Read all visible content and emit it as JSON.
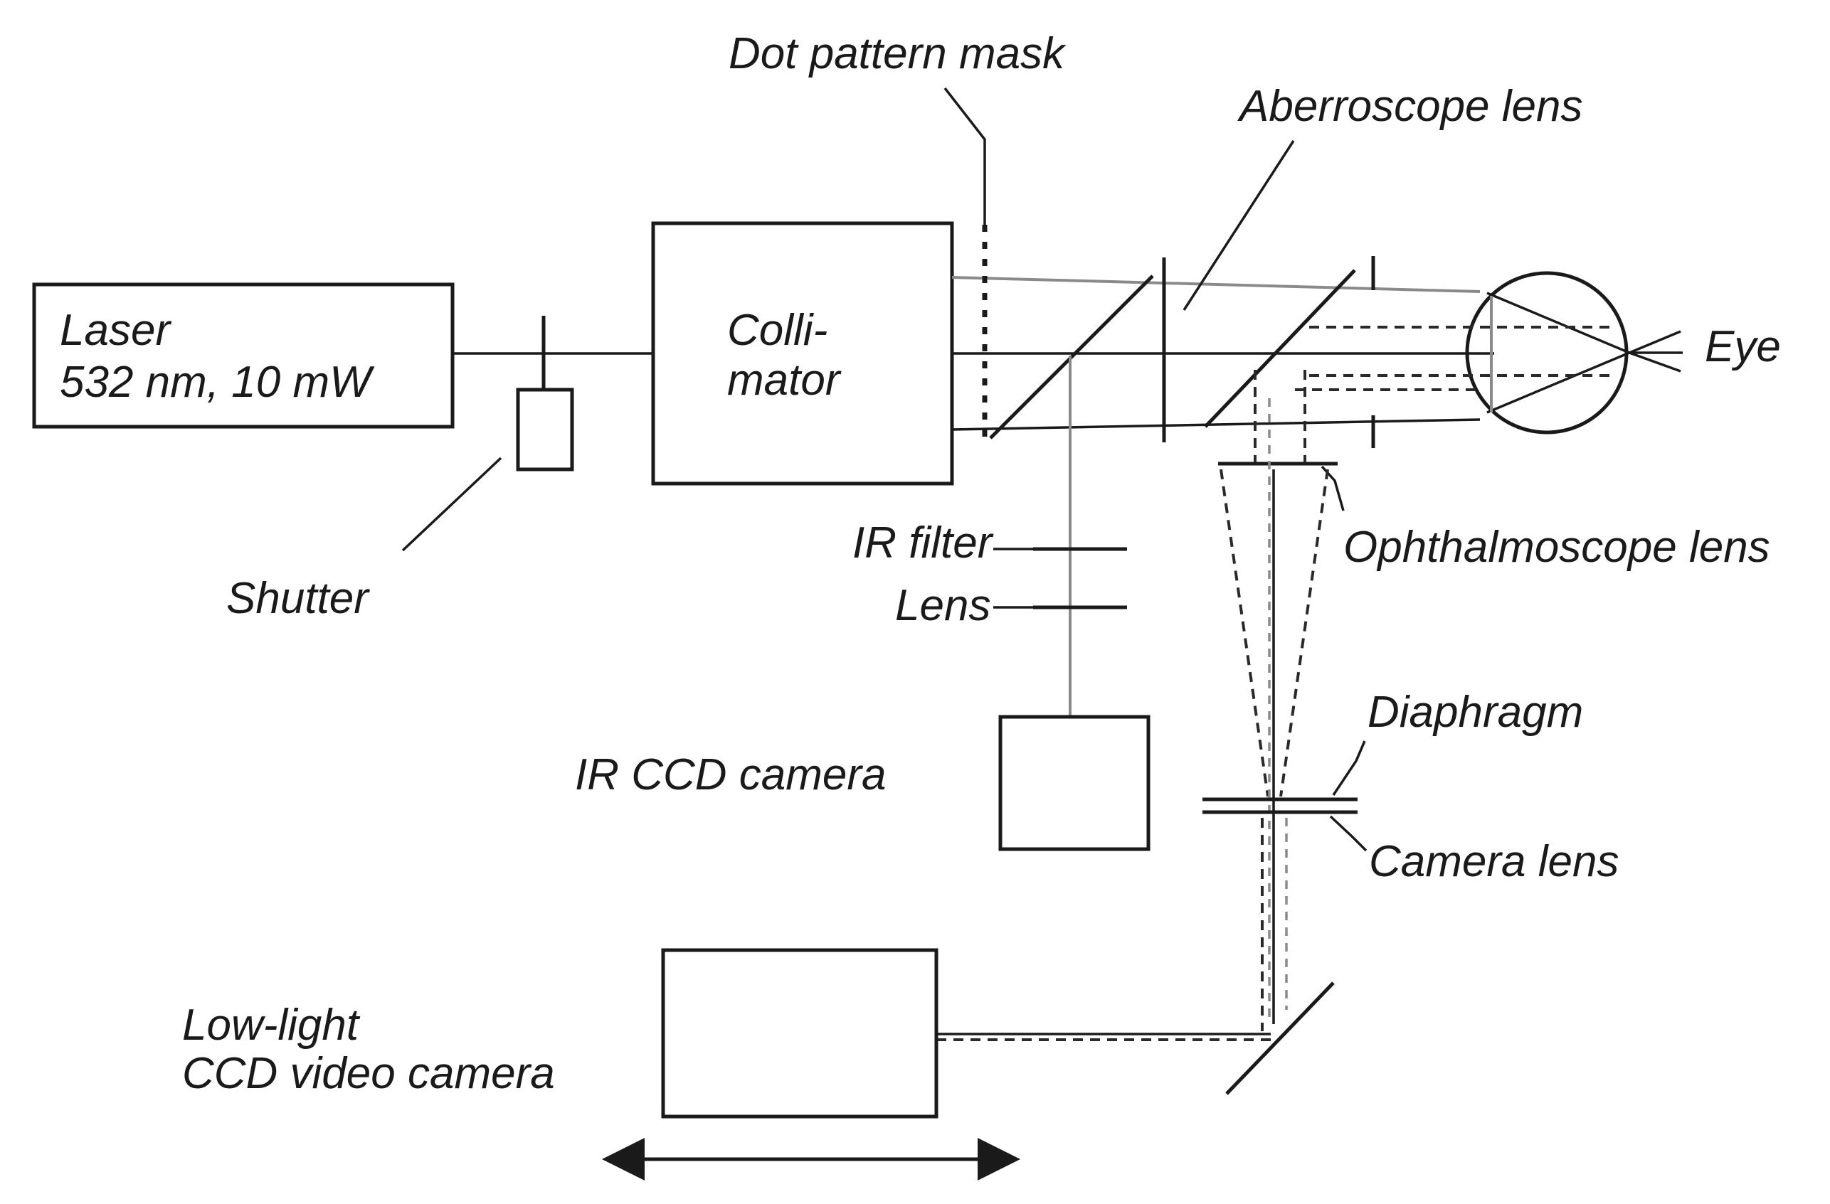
{
  "labels": {
    "laser_line1": "Laser",
    "laser_line2": "532 nm, 10 mW",
    "shutter": "Shutter",
    "collimator_line1": "Colli-",
    "collimator_line2": "mator",
    "dot_pattern_mask": "Dot pattern mask",
    "aberroscope_lens": "Aberroscope lens",
    "eye": "Eye",
    "ophthalmoscope_lens": "Ophthalmoscope lens",
    "ir_filter": "IR filter",
    "lens": "Lens",
    "ir_ccd_camera": "IR CCD camera",
    "diaphragm": "Diaphragm",
    "camera_lens": "Camera lens",
    "low_light_line1": "Low-light",
    "low_light_line2": "CCD video camera"
  }
}
